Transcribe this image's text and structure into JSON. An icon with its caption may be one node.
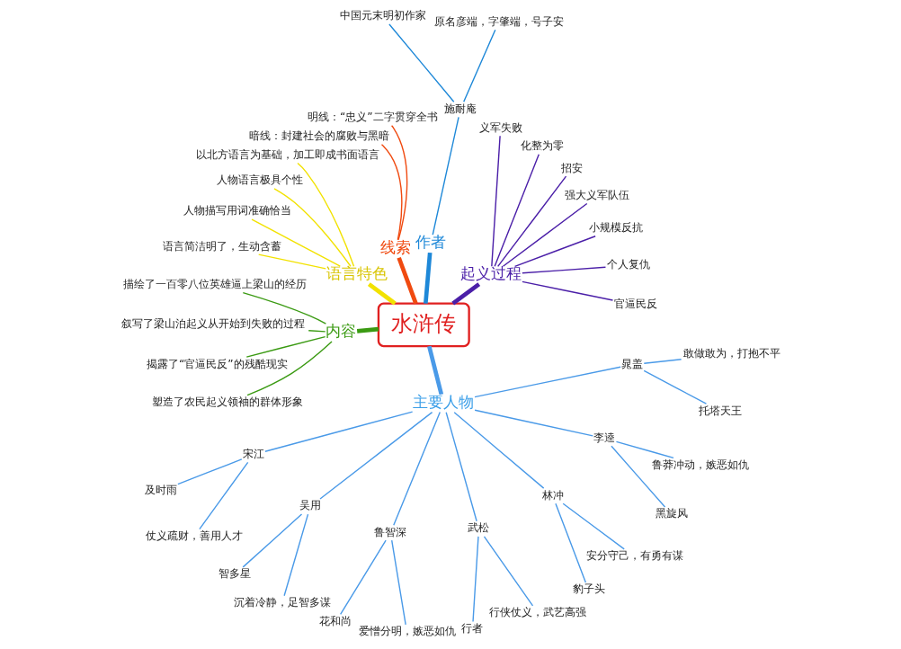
{
  "diagram": {
    "nodes": [
      {
        "text": [
          "水浒传"
        ]
      },
      {
        "text": [
          "起义过程"
        ]
      },
      {
        "text": [
          "官逼民反"
        ]
      },
      {
        "text": [
          "个人复仇"
        ]
      },
      {
        "text": [
          "小规模反抗"
        ]
      },
      {
        "text": [
          "强大义军队伍"
        ]
      },
      {
        "text": [
          "招安"
        ]
      },
      {
        "text": [
          "化整为零"
        ]
      },
      {
        "text": [
          "义军失败"
        ]
      },
      {
        "text": [
          "作者"
        ]
      },
      {
        "text": [
          "施耐庵"
        ]
      },
      {
        "text": [
          "原名彦端，字肇端，号子安"
        ]
      },
      {
        "text": [
          "中国元末明初作家"
        ]
      },
      {
        "text": [
          "线索"
        ]
      },
      {
        "text": [
          "明线：“忠义”二字贯穿全书"
        ]
      },
      {
        "text": [
          "暗线：封建社会的腐败与黑暗"
        ]
      },
      {
        "text": [
          "语言特色"
        ]
      },
      {
        "text": [
          "以北方语言为基础，加工即成书面语言"
        ]
      },
      {
        "text": [
          "人物语言极具个性"
        ]
      },
      {
        "text": [
          "人物描写用词准确恰当"
        ]
      },
      {
        "text": [
          "语言简洁明了，生动含蓄"
        ]
      },
      {
        "text": [
          "内容"
        ]
      },
      {
        "text": [
          "描绘了一百零八位英雄逼上梁山的经历"
        ]
      },
      {
        "text": [
          "叙写了梁山泊起义从开始到失败的过程"
        ]
      },
      {
        "text": [
          "揭露了“官逼民反”的残酷现实"
        ]
      },
      {
        "text": [
          "塑造了农民起义领袖的群体形象"
        ]
      },
      {
        "text": [
          "主要人物"
        ]
      },
      {
        "text": [
          "宋江"
        ]
      },
      {
        "text": [
          "及时雨"
        ]
      },
      {
        "text": [
          "仗义疏财，善用人才"
        ]
      },
      {
        "text": [
          "吴用"
        ]
      },
      {
        "text": [
          "智多星"
        ]
      },
      {
        "text": [
          "沉着冷静，足智多谋"
        ]
      },
      {
        "text": [
          "鲁智深"
        ]
      },
      {
        "text": [
          "花和尚"
        ]
      },
      {
        "text": [
          "爱憎分明，嫉恶如仇"
        ]
      },
      {
        "text": [
          "武松"
        ]
      },
      {
        "text": [
          "行者"
        ]
      },
      {
        "text": [
          "行侠仗义，武艺高强"
        ]
      },
      {
        "text": [
          "林冲"
        ]
      },
      {
        "text": [
          "豹子头"
        ]
      },
      {
        "text": [
          "安分守己，有勇有谋"
        ]
      },
      {
        "text": [
          "李逵"
        ]
      },
      {
        "text": [
          "黑旋风"
        ]
      },
      {
        "text": [
          "鲁莽冲动，嫉恶如仇"
        ]
      },
      {
        "text": [
          "晁盖"
        ]
      },
      {
        "text": [
          "托塔天王"
        ]
      },
      {
        "text": [
          "敢做敢为，打抱不平"
        ]
      }
    ],
    "edges": [
      {
        "from": 0,
        "to": 1,
        "arrow": "none",
        "style": "thick",
        "color": "#4b1fa8"
      },
      {
        "from": 1,
        "to": 2,
        "arrow": "none",
        "color": "#4b1fa8"
      },
      {
        "from": 1,
        "to": 3,
        "arrow": "none",
        "color": "#4b1fa8"
      },
      {
        "from": 1,
        "to": 4,
        "arrow": "none",
        "color": "#4b1fa8"
      },
      {
        "from": 1,
        "to": 5,
        "arrow": "none",
        "color": "#4b1fa8"
      },
      {
        "from": 1,
        "to": 6,
        "arrow": "none",
        "color": "#4b1fa8"
      },
      {
        "from": 1,
        "to": 7,
        "arrow": "none",
        "color": "#4b1fa8"
      },
      {
        "from": 1,
        "to": 8,
        "arrow": "none",
        "color": "#4b1fa8"
      },
      {
        "from": 0,
        "to": 9,
        "arrow": "none",
        "style": "thick",
        "color": "#1e88d8"
      },
      {
        "from": 9,
        "to": 10,
        "arrow": "none",
        "color": "#1e88d8"
      },
      {
        "from": 10,
        "to": 11,
        "arrow": "none",
        "color": "#1e88d8"
      },
      {
        "from": 10,
        "to": 12,
        "arrow": "none",
        "color": "#1e88d8"
      },
      {
        "from": 0,
        "to": 13,
        "arrow": "none",
        "style": "thick",
        "color": "#f04a10"
      },
      {
        "from": 13,
        "to": 14,
        "arrow": "none",
        "color": "#f04a10"
      },
      {
        "from": 13,
        "to": 15,
        "arrow": "none",
        "color": "#f04a10"
      },
      {
        "from": 0,
        "to": 16,
        "arrow": "none",
        "style": "thick",
        "color": "#f2e200"
      },
      {
        "from": 16,
        "to": 17,
        "arrow": "none",
        "color": "#f2e200"
      },
      {
        "from": 16,
        "to": 18,
        "arrow": "none",
        "color": "#f2e200"
      },
      {
        "from": 16,
        "to": 19,
        "arrow": "none",
        "color": "#f2e200"
      },
      {
        "from": 16,
        "to": 20,
        "arrow": "none",
        "color": "#f2e200"
      },
      {
        "from": 0,
        "to": 21,
        "arrow": "none",
        "style": "thick",
        "color": "#3a9a12"
      },
      {
        "from": 21,
        "to": 22,
        "arrow": "none",
        "color": "#3a9a12"
      },
      {
        "from": 21,
        "to": 23,
        "arrow": "none",
        "color": "#3a9a12"
      },
      {
        "from": 21,
        "to": 24,
        "arrow": "none",
        "color": "#3a9a12"
      },
      {
        "from": 21,
        "to": 25,
        "arrow": "none",
        "color": "#3a9a12"
      },
      {
        "from": 0,
        "to": 26,
        "arrow": "none",
        "style": "thick"
      },
      {
        "from": 26,
        "to": 27,
        "arrow": "none"
      },
      {
        "from": 27,
        "to": 28,
        "arrow": "none"
      },
      {
        "from": 27,
        "to": 29,
        "arrow": "none"
      },
      {
        "from": 26,
        "to": 30,
        "arrow": "none"
      },
      {
        "from": 30,
        "to": 31,
        "arrow": "none"
      },
      {
        "from": 30,
        "to": 32,
        "arrow": "none"
      },
      {
        "from": 26,
        "to": 33,
        "arrow": "none"
      },
      {
        "from": 33,
        "to": 34,
        "arrow": "none"
      },
      {
        "from": 33,
        "to": 35,
        "arrow": "none"
      },
      {
        "from": 26,
        "to": 36,
        "arrow": "none"
      },
      {
        "from": 36,
        "to": 37,
        "arrow": "none"
      },
      {
        "from": 36,
        "to": 38,
        "arrow": "none"
      },
      {
        "from": 26,
        "to": 39,
        "arrow": "none"
      },
      {
        "from": 39,
        "to": 40,
        "arrow": "none"
      },
      {
        "from": 39,
        "to": 41,
        "arrow": "none"
      },
      {
        "from": 26,
        "to": 42,
        "arrow": "none"
      },
      {
        "from": 42,
        "to": 43,
        "arrow": "none"
      },
      {
        "from": 42,
        "to": 44,
        "arrow": "none"
      },
      {
        "from": 26,
        "to": 45,
        "arrow": "none"
      },
      {
        "from": 45,
        "to": 46,
        "arrow": "none"
      },
      {
        "from": 45,
        "to": 47,
        "arrow": "none"
      }
    ]
  }
}
